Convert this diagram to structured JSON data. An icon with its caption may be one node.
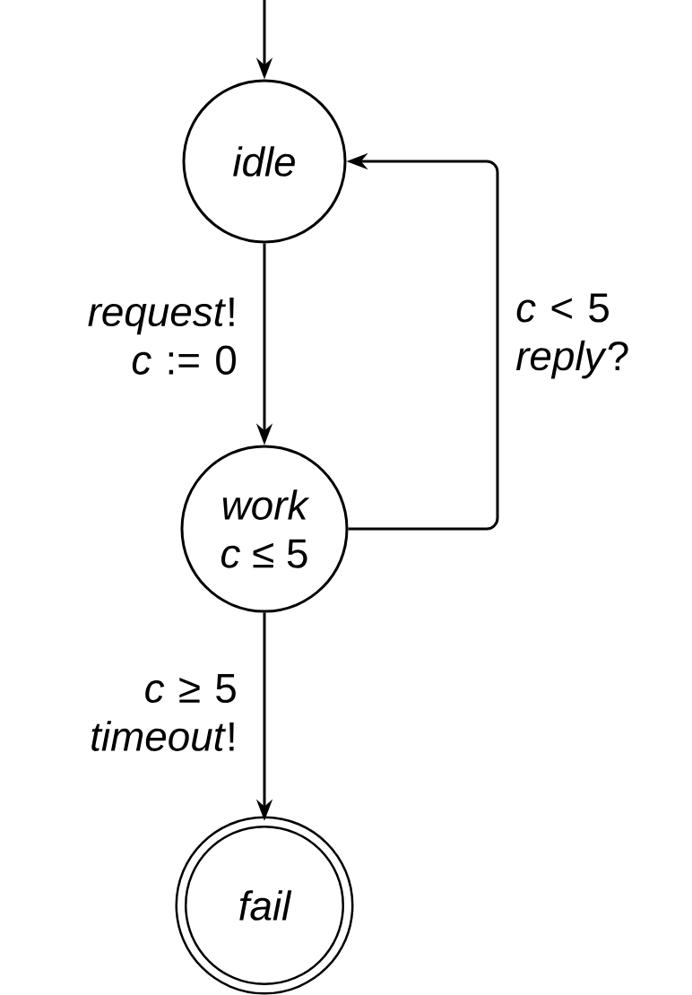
{
  "diagram": {
    "nodes": [
      {
        "text": [
          "idle"
        ]
      },
      {
        "text": [
          "work",
          "*c* ≤ 5"
        ]
      },
      {
        "text": [
          "fail"
        ]
      }
    ],
    "edges": [
      {
        "from": null,
        "to": 0,
        "arrow": "to"
      },
      {
        "from": 0,
        "to": 1,
        "arrow": "to",
        "label": "*request*! *c* := 0"
      },
      {
        "from": 1,
        "to": 0,
        "arrow": "to",
        "label": "*c* < 5 *reply*?"
      },
      {
        "from": 1,
        "to": 2,
        "arrow": "to",
        "label": "*c* ≥ 5 *timeout*!"
      }
    ]
  }
}
